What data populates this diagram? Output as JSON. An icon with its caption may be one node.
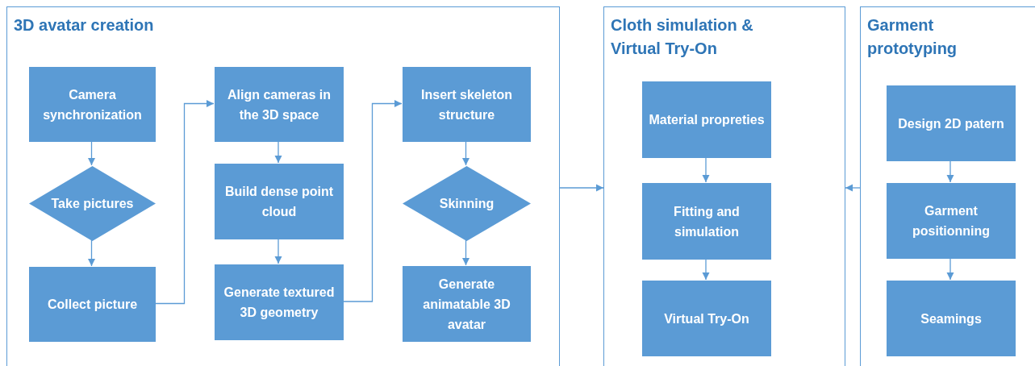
{
  "diagram": {
    "nodes": [
      {
        "text": [
          "3D avatar creation"
        ]
      },
      {
        "text": [
          "Camera synchronization"
        ],
        "in": 0
      },
      {
        "text": [
          "Take pictures"
        ],
        "in": 0
      },
      {
        "text": [
          "Collect picture"
        ],
        "in": 0
      },
      {
        "text": [
          "Align cameras in the 3D space"
        ],
        "in": 0
      },
      {
        "text": [
          "Build dense point cloud"
        ],
        "in": 0
      },
      {
        "text": [
          "Generate textured 3D geometry"
        ],
        "in": 0
      },
      {
        "text": [
          "Insert skeleton structure"
        ],
        "in": 0
      },
      {
        "text": [
          "Skinning"
        ],
        "in": 0
      },
      {
        "text": [
          "Generate animatable 3D avatar"
        ],
        "in": 0
      },
      {
        "text": [
          "Cloth simulation & Virtual Try-On"
        ]
      },
      {
        "text": [
          "Material propreties"
        ],
        "in": 10
      },
      {
        "text": [
          "Fitting and simulation"
        ],
        "in": 10
      },
      {
        "text": [
          "Virtual Try-On"
        ],
        "in": 10
      },
      {
        "text": [
          "Garment prototyping"
        ]
      },
      {
        "text": [
          "Design 2D patern"
        ],
        "in": 14
      },
      {
        "text": [
          "Garment positionning"
        ],
        "in": 14
      },
      {
        "text": [
          "Seamings"
        ],
        "in": 14
      }
    ],
    "edges": [
      {
        "from": 1,
        "to": 2,
        "arrow": "to"
      },
      {
        "from": 2,
        "to": 3,
        "arrow": "to"
      },
      {
        "from": 3,
        "to": 4,
        "arrow": "to"
      },
      {
        "from": 4,
        "to": 5,
        "arrow": "to"
      },
      {
        "from": 5,
        "to": 6,
        "arrow": "to"
      },
      {
        "from": 6,
        "to": 7,
        "arrow": "to"
      },
      {
        "from": 7,
        "to": 8,
        "arrow": "to"
      },
      {
        "from": 8,
        "to": 9,
        "arrow": "to"
      },
      {
        "from": 0,
        "to": 10,
        "arrow": "to"
      },
      {
        "from": 11,
        "to": 12,
        "arrow": "to"
      },
      {
        "from": 12,
        "to": 13,
        "arrow": "to"
      },
      {
        "from": 14,
        "to": 10,
        "arrow": "to"
      },
      {
        "from": 15,
        "to": 16,
        "arrow": "to"
      },
      {
        "from": 16,
        "to": 17,
        "arrow": "to"
      }
    ]
  }
}
